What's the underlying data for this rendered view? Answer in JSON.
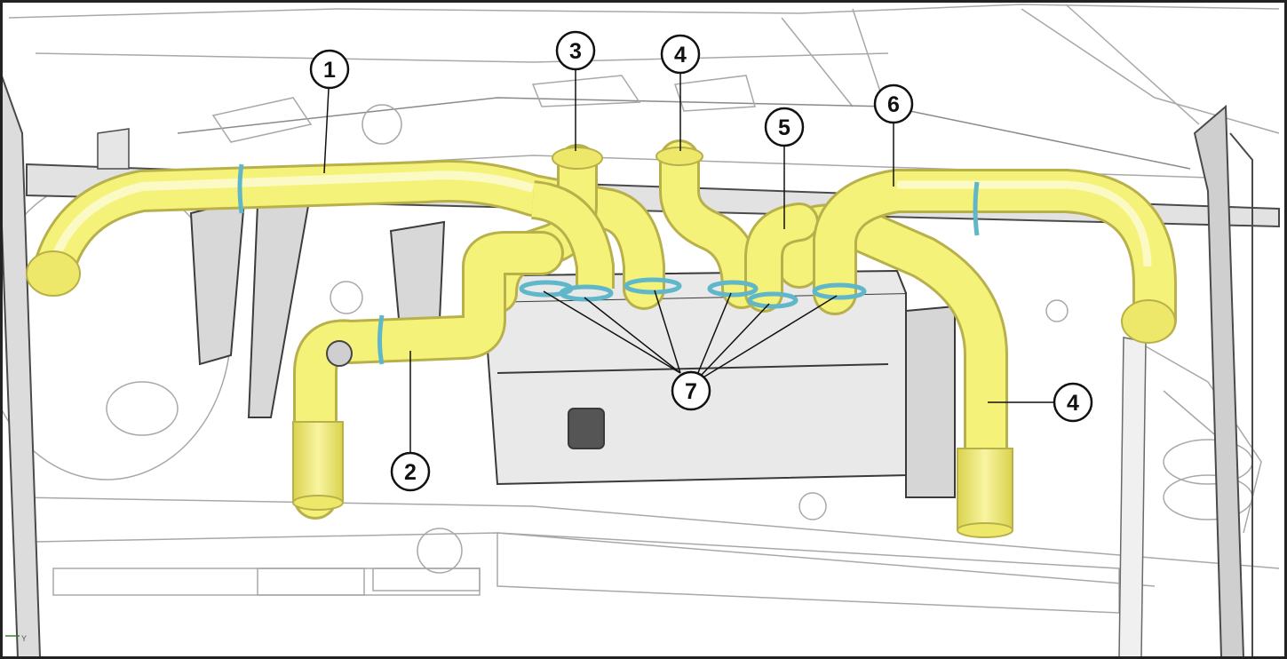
{
  "figure": {
    "callouts": [
      {
        "id": "c1",
        "label": "1"
      },
      {
        "id": "c2",
        "label": "2"
      },
      {
        "id": "c3",
        "label": "3"
      },
      {
        "id": "c4a",
        "label": "4"
      },
      {
        "id": "c4b",
        "label": "4"
      },
      {
        "id": "c5",
        "label": "5"
      },
      {
        "id": "c6",
        "label": "6"
      },
      {
        "id": "c7",
        "label": "7"
      }
    ],
    "axis_indicator": "Y",
    "colors": {
      "duct_fill": "#f5f27a",
      "duct_stroke": "#b8b04a",
      "clamp": "#5fb7c9",
      "frame_dark": "#4a4a4a",
      "line_art": "#9a9a9a",
      "background": "#ffffff",
      "border": "#222222"
    }
  }
}
